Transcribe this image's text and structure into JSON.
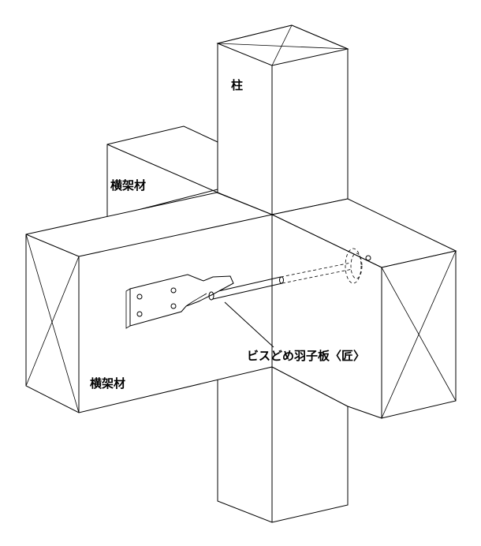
{
  "labels": {
    "column": "柱",
    "beam_upper": "横架材",
    "beam_lower": "横架材",
    "hardware": "ビスどめ羽子板〈匠〉"
  }
}
